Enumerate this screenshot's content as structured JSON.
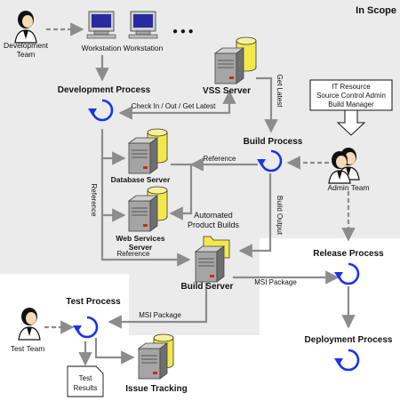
{
  "scope_label": "In Scope",
  "actors": {
    "development_team": "Development Team",
    "admin_team": "Admin Team",
    "test_team": "Test Team"
  },
  "workstations": {
    "label_1": "Workstation",
    "label_2": "Workstation",
    "ellipsis": "● ● ●"
  },
  "processes": {
    "development": "Development Process",
    "build": "Build Process",
    "release": "Release Process",
    "deployment": "Deployment Process",
    "test": "Test Process"
  },
  "servers": {
    "vss": "VSS Server",
    "database": "Database Server",
    "web_services_line1": "Web Services",
    "web_services_line2": "Server",
    "build": "Build Server",
    "issue_tracking": "Issue Tracking"
  },
  "callout": {
    "line1": "IT Resource",
    "line2": "Source Control Admin",
    "line3": "Build Manager"
  },
  "automated_builds": {
    "line1": "Automated",
    "line2": "Product Builds"
  },
  "test_results": {
    "line1": "Test",
    "line2": "Results"
  },
  "edge_labels": {
    "checkin": "Check In / Out / Get Latest",
    "get_latest": "Get Latest",
    "reference_db": "Reference",
    "reference_vertical": "Reference",
    "reference_build": "Reference",
    "build_output": "Build Output",
    "msi_release": "MSI Package",
    "msi_test": "MSI Package"
  },
  "colors": {
    "scope_fill": "#ebebeb",
    "process_blue": "#1a33e6",
    "arrow_grey": "#8c8c8c",
    "server_grey": "#9a9a9a",
    "db_yellow": "#f2e84a"
  }
}
